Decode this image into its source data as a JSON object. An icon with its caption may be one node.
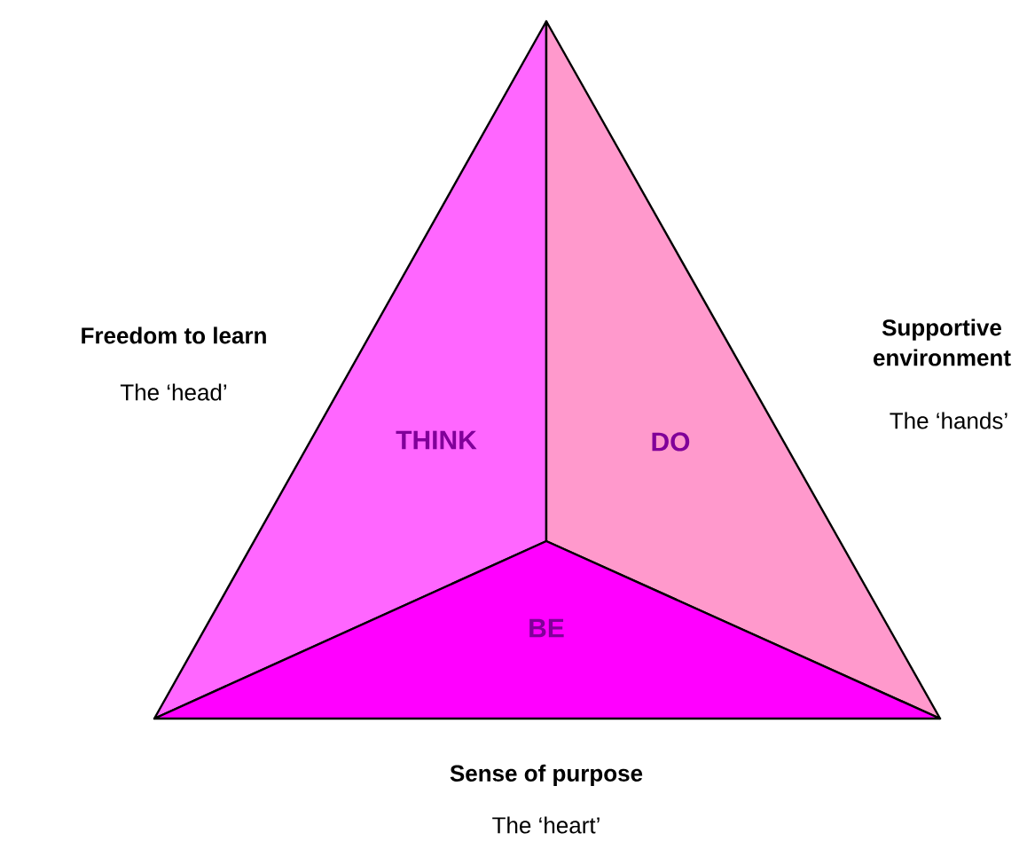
{
  "diagram": {
    "nodes": [
      {
        "text": [
          "THINK"
        ],
        "beside": [
          "Freedom to learn",
          "The ‘head’"
        ]
      },
      {
        "text": [
          "DO"
        ],
        "beside": [
          "Supportive environment",
          "The ‘hands’"
        ]
      },
      {
        "text": [
          "BE"
        ],
        "beside": [
          "Sense of purpose",
          "The ‘heart’"
        ]
      }
    ]
  }
}
